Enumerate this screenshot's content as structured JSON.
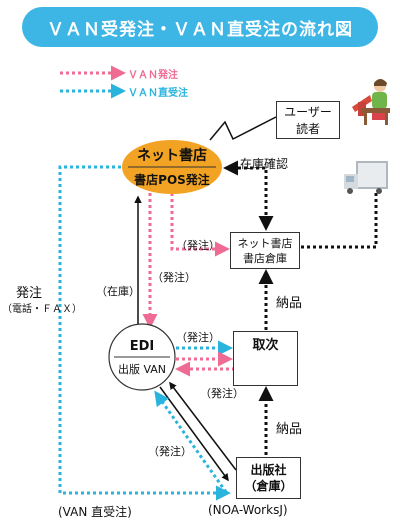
{
  "title": "ＶＡＮ受発注・ＶＡＮ直受注の流れ図",
  "legend": {
    "van_order": "ＶＡＮ発注",
    "van_direct": "ＶＡＮ直受注"
  },
  "colors": {
    "title_bg": "#3db6e6",
    "van_order": "#ee6b93",
    "van_direct": "#2ab3dd",
    "bookstore_fill": "#f3a323"
  },
  "nodes": {
    "user": {
      "line1": "ユーザー",
      "line2": "読者"
    },
    "bookstore": {
      "line1": "ネット書店",
      "line2": "書店POS発注"
    },
    "warehouse": {
      "line1": "ネット書店",
      "line2": "書店倉庫"
    },
    "edi": {
      "line1": "EDI",
      "line2": "出版 VAN"
    },
    "distributor": {
      "line1": "取次"
    },
    "publisher": {
      "line1": "出版社",
      "line2": "（倉庫）"
    }
  },
  "labels": {
    "stock_check": "在庫確認",
    "order_to_warehouse": "（発注）",
    "order_down": "（発注）",
    "stock": "（在庫）",
    "order_to_distributor": "（発注）",
    "order_back": "（発注）",
    "order_publisher": "（発注）",
    "delivery_upper": "納品",
    "delivery_lower": "納品",
    "left_order": "発注",
    "left_order_sub": "（電話・ＦＡＸ）",
    "bottom_left": "(VAN 直受注)",
    "bottom_right": "(NOA-WorksJ)"
  },
  "pictures": [
    "customer-reading-illustration",
    "delivery-truck-icon"
  ]
}
